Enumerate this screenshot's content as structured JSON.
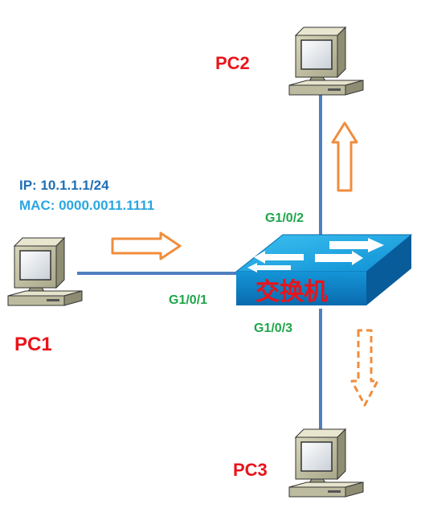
{
  "pcs": {
    "pc1": {
      "label": "PC1"
    },
    "pc2": {
      "label": "PC2"
    },
    "pc3": {
      "label": "PC3"
    }
  },
  "pc1_info": {
    "ip": "IP: 10.1.1.1/24",
    "mac": "MAC: 0000.0011.1111"
  },
  "switch": {
    "label": "交换机"
  },
  "ports": {
    "p1": "G1/0/1",
    "p2": "G1/0/2",
    "p3": "G1/0/3"
  },
  "colors": {
    "pc_label": "#e8141b",
    "ip_text": "#1f6fb5",
    "mac_text": "#2aa6e0",
    "port_text": "#1fa64a",
    "link": "#4f7fc0",
    "arrow": "#f08d3c",
    "switch_top": "#14a3e0",
    "switch_front": "#0a79bf",
    "switch_label": "#e8141b"
  }
}
